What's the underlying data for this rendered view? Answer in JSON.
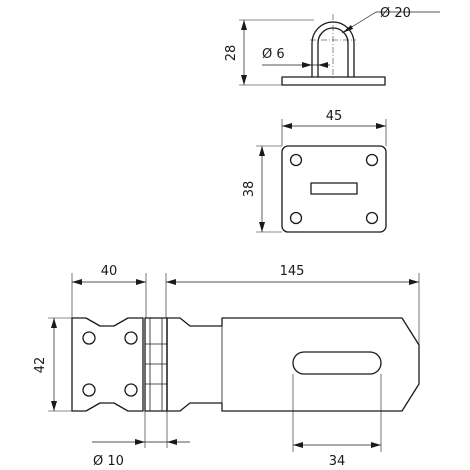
{
  "dimensions": {
    "eye_width": "Ø 20",
    "eye_height": "28",
    "eye_rod": "Ø 6",
    "plate_width": "45",
    "plate_height": "38",
    "hasp_hinge_width": "40",
    "hasp_length": "145",
    "hasp_height": "42",
    "hinge_pin": "Ø 10",
    "slot_length": "34"
  },
  "colors": {
    "line": "#1a1a1a",
    "background": "#ffffff"
  }
}
